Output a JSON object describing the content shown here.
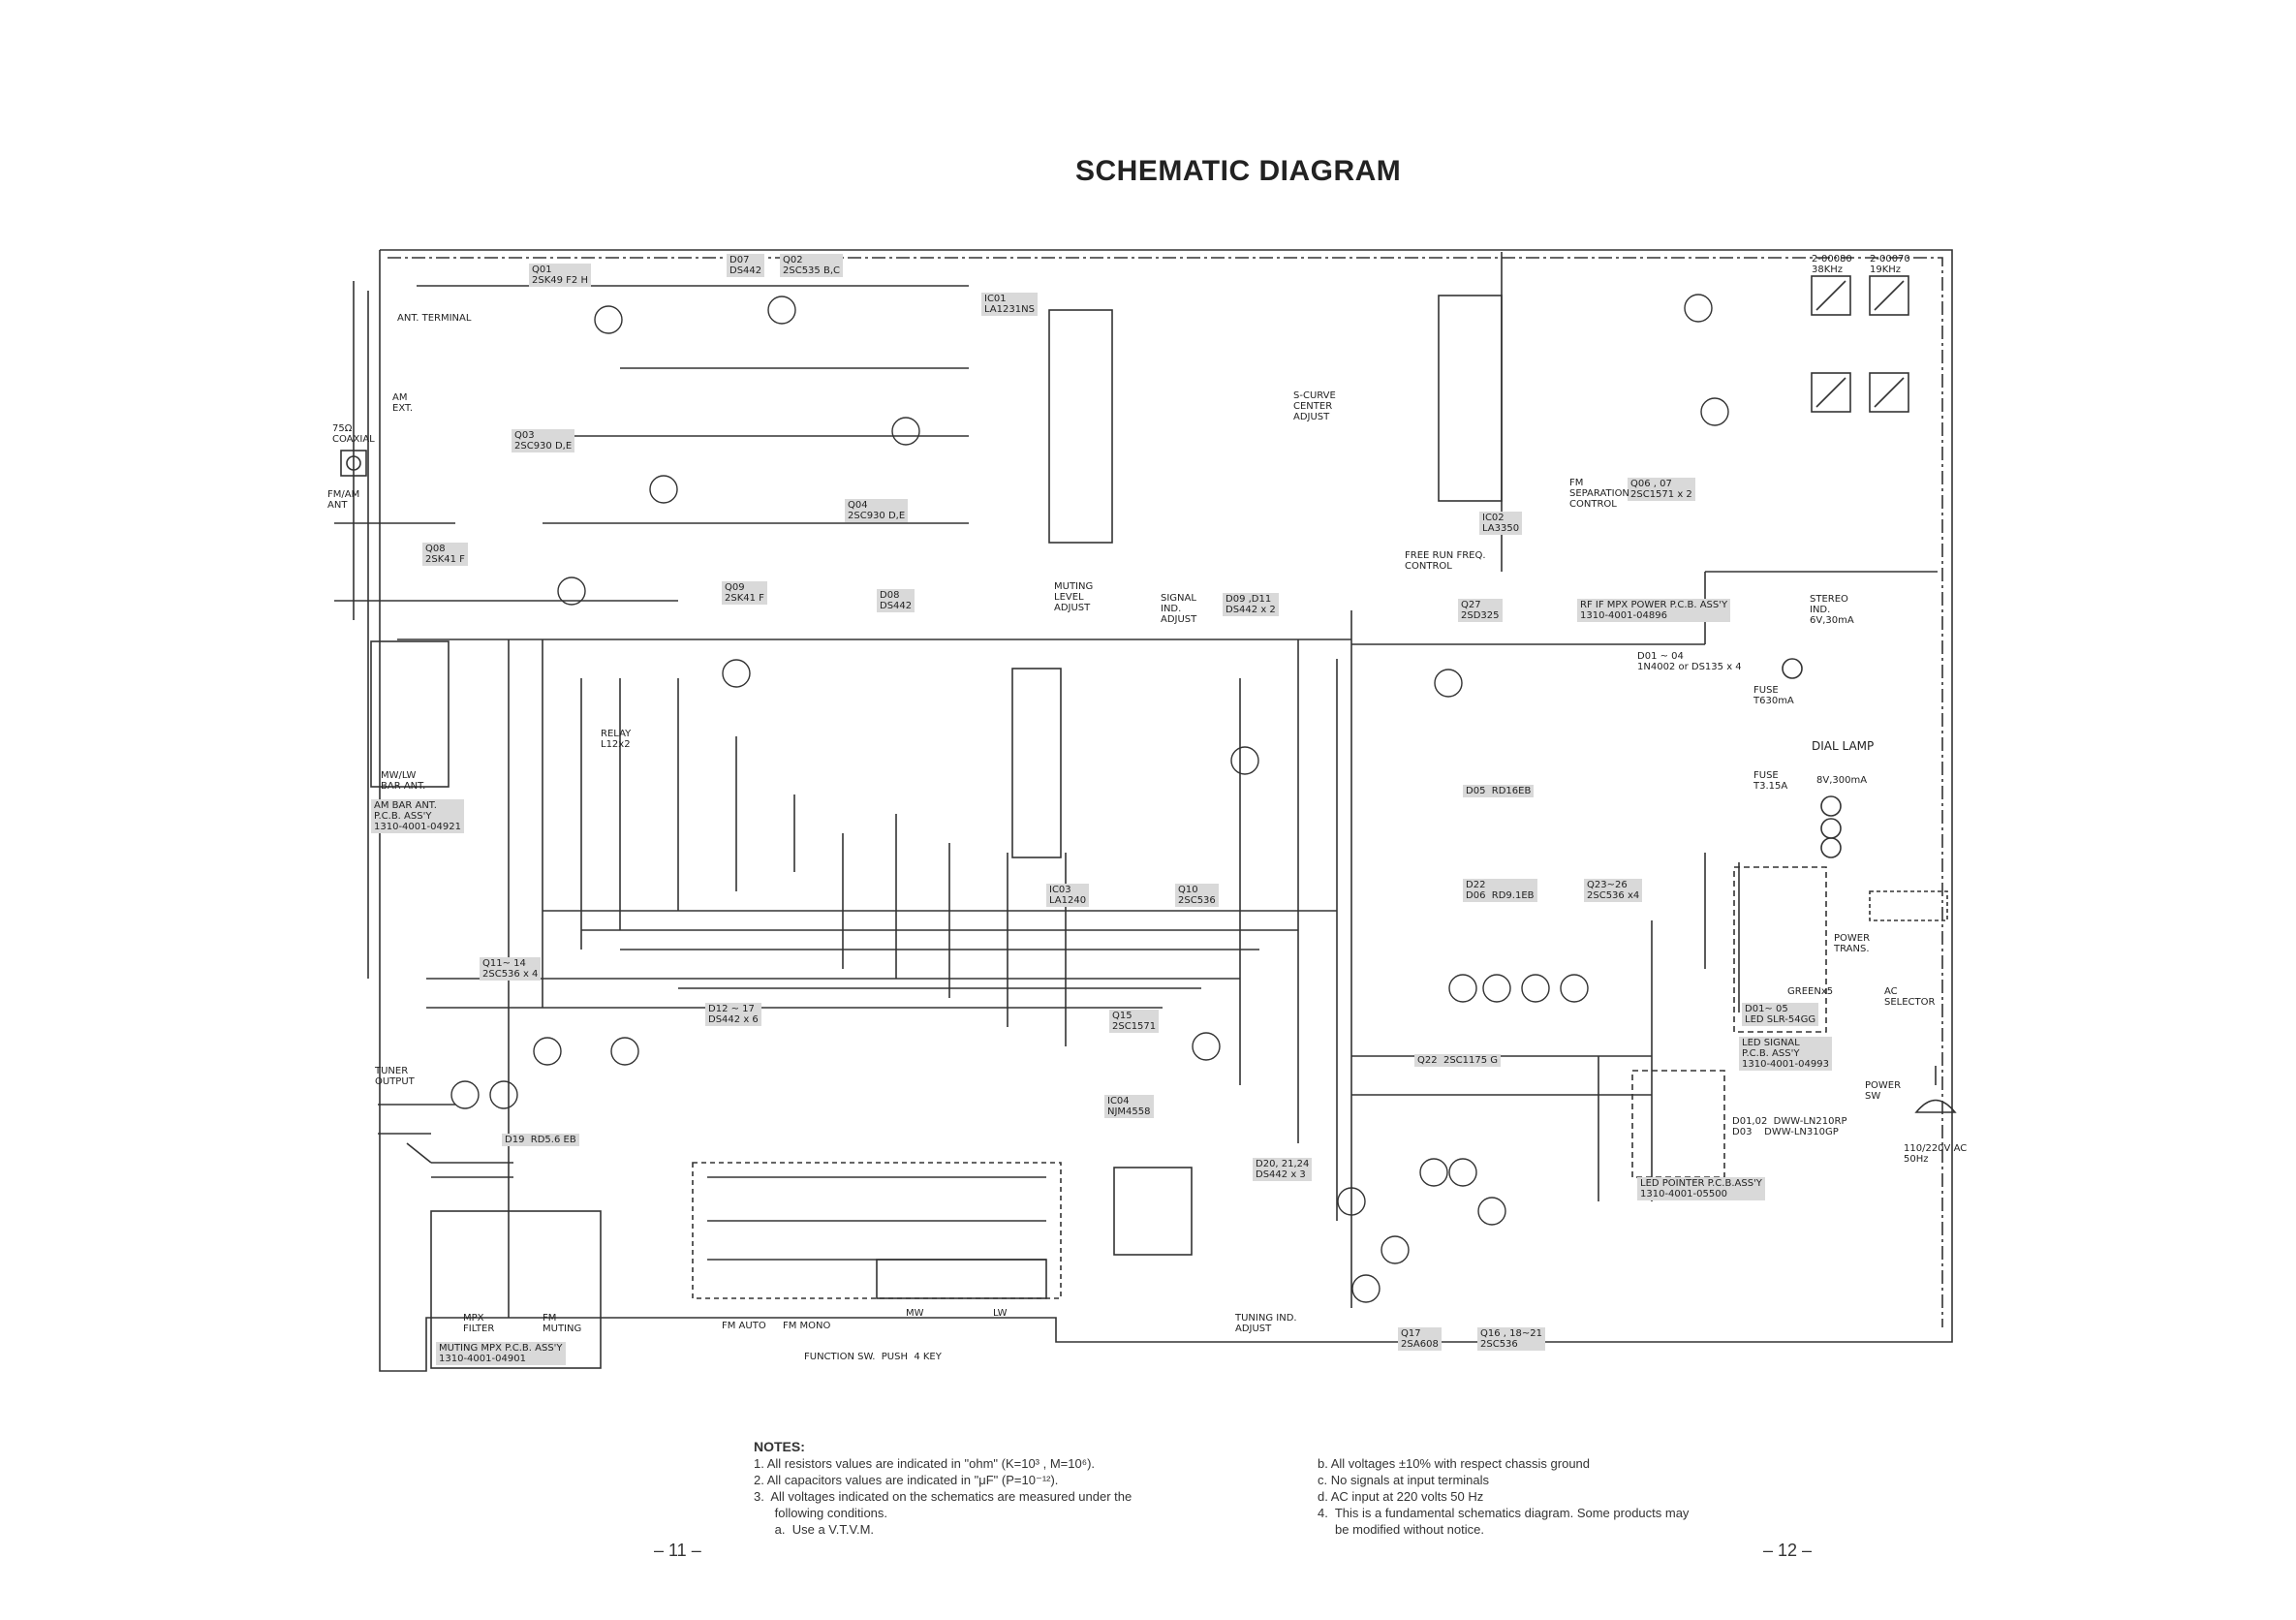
{
  "title": "SCHEMATIC DIAGRAM",
  "components": [
    {
      "id": "q01",
      "text": "Q01\n2SK49 F2 H"
    },
    {
      "id": "q03",
      "text": "Q03\n2SC930 D,E"
    },
    {
      "id": "q08",
      "text": "Q08\n2SK41 F"
    },
    {
      "id": "q09",
      "text": "Q09\n2SK41 F"
    },
    {
      "id": "d07",
      "text": "D07\nDS442"
    },
    {
      "id": "q02",
      "text": "Q02\n2SC535 B,C"
    },
    {
      "id": "ic01",
      "text": "IC01\nLA1231NS"
    },
    {
      "id": "q04",
      "text": "Q04\n2SC930 D,E"
    },
    {
      "id": "d08",
      "text": "D08\nDS442"
    },
    {
      "id": "ic02",
      "text": "IC02\nLA3350"
    },
    {
      "id": "q0607",
      "text": "Q06 , 07\n2SC1571 x 2"
    },
    {
      "id": "d09",
      "text": "D09 ,D11\nDS442 x 2"
    },
    {
      "id": "ic03",
      "text": "IC03\nLA1240"
    },
    {
      "id": "q10",
      "text": "Q10\n2SC536"
    },
    {
      "id": "q27",
      "text": "Q27\n2SD325"
    },
    {
      "id": "rfif",
      "text": "RF IF MPX POWER P.C.B. ASS'Y\n1310-4001-04896"
    },
    {
      "id": "d0104",
      "text": "D01 ~ 04\n1N4002 or DS135 x 4"
    },
    {
      "id": "d05",
      "text": "D05  RD16EB"
    },
    {
      "id": "d22",
      "text": "D22\nD06  RD9.1EB"
    },
    {
      "id": "q2326",
      "text": "Q23~26\n2SC536 x4"
    },
    {
      "id": "q1114",
      "text": "Q11~ 14\n2SC536 x 4"
    },
    {
      "id": "d1217",
      "text": "D12 ~ 17\nDS442 x 6"
    },
    {
      "id": "q15",
      "text": "Q15\n2SC1571"
    },
    {
      "id": "ic04",
      "text": "IC04\nNJM4558"
    },
    {
      "id": "d19",
      "text": "D19  RD5.6 EB"
    },
    {
      "id": "d2024",
      "text": "D20, 21,24\nDS442 x 3"
    },
    {
      "id": "q22",
      "text": "Q22  2SC1175 G"
    },
    {
      "id": "q17",
      "text": "Q17\n2SA608"
    },
    {
      "id": "q1621",
      "text": "Q16 , 18~21\n2SC536"
    },
    {
      "id": "ledsig",
      "text": "D01~ 05\nLED SLR-54GG"
    },
    {
      "id": "ledsigpcb",
      "text": "LED SIGNAL\nP.C.B. ASS'Y\n1310-4001-04993"
    },
    {
      "id": "ledptr",
      "text": "LED POINTER P.C.B.ASS'Y\n1310-4001-05500"
    },
    {
      "id": "ambar",
      "text": "AM BAR ANT.\nP.C.B. ASS'Y\n1310-4001-04921"
    },
    {
      "id": "mpxpcb",
      "text": "MUTING MPX P.C.B. ASS'Y\n1310-4001-04901"
    }
  ],
  "labels": [
    {
      "id": "ant-terminal",
      "text": "ANT. TERMINAL"
    },
    {
      "id": "coax",
      "text": "75Ω\nCOAXIAL"
    },
    {
      "id": "fmam-ant",
      "text": "FM/AM\nANT"
    },
    {
      "id": "am-ext",
      "text": "AM\nEXT."
    },
    {
      "id": "mwlw",
      "text": "MW/LW\nBAR ANT."
    },
    {
      "id": "tuner-out",
      "text": "TUNER\nOUTPUT"
    },
    {
      "id": "stereo",
      "text": "STEREO\nIND.\n6V,30mA"
    },
    {
      "id": "dial-lamp",
      "text": "DIAL LAMP"
    },
    {
      "id": "lamp-rating",
      "text": "8V,300mA"
    },
    {
      "id": "power-trans",
      "text": "POWER\nTRANS."
    },
    {
      "id": "ac-sel",
      "text": "AC\nSELECTOR"
    },
    {
      "id": "power-sw",
      "text": "POWER\nSW"
    },
    {
      "id": "ac-in",
      "text": "110/220V AC\n50Hz"
    },
    {
      "id": "fm-sep",
      "text": "FM\nSEPARATION\nCONTROL"
    },
    {
      "id": "free-run",
      "text": "FREE RUN FREQ.\nCONTROL"
    },
    {
      "id": "scurve",
      "text": "S-CURVE\nCENTER\nADJUST"
    },
    {
      "id": "muting-level",
      "text": "MUTING\nLEVEL\nADJUST"
    },
    {
      "id": "signal-ind",
      "text": "SIGNAL\nIND.\nADJUST"
    },
    {
      "id": "tuning-ind",
      "text": "TUNING IND.\nADJUST"
    },
    {
      "id": "mpx-filter",
      "text": "MPX\nFILTER"
    },
    {
      "id": "fm-muting",
      "text": "FM\nMUTING"
    },
    {
      "id": "fm-auto",
      "text": "FM AUTO"
    },
    {
      "id": "fm-mono",
      "text": "FM MONO"
    },
    {
      "id": "mw",
      "text": "MW"
    },
    {
      "id": "lw",
      "text": "LW"
    },
    {
      "id": "function-sw",
      "text": "FUNCTION SW.  PUSH  4 KEY"
    },
    {
      "id": "af03",
      "text": "2-00080\n38KHz"
    },
    {
      "id": "af04",
      "text": "2-00070\n19KHz"
    },
    {
      "id": "led-pn",
      "text": "D01,02  DWW-LN210RP\nD03    DWW-LN310GP"
    },
    {
      "id": "fuse1",
      "text": "FUSE\nT630mA"
    },
    {
      "id": "fuse2",
      "text": "FUSE\nT3.15A"
    },
    {
      "id": "relay",
      "text": "RELAY\nL12x2"
    },
    {
      "id": "greenx5",
      "text": "GREENx5"
    }
  ],
  "notes": {
    "heading": "NOTES:",
    "left": [
      "1.  All resistors values are indicated in \"ohm\" (K=10³ , M=10⁶).",
      "2.  All capacitors values are indicated in \"μF\" (P=10⁻¹²).",
      "3.  All voltages indicated on the schematics are measured under the",
      "      following conditions.",
      "      a.  Use a V.T.V.M."
    ],
    "right": [
      "b.  All voltages ±10% with respect chassis ground",
      "c.  No signals at input terminals",
      "d.  AC input at 220 volts 50 Hz",
      "4.  This is a fundamental schematics diagram. Some products may",
      "     be modified without notice."
    ]
  },
  "pages": {
    "left": "– 11 –",
    "right": "– 12 –"
  }
}
